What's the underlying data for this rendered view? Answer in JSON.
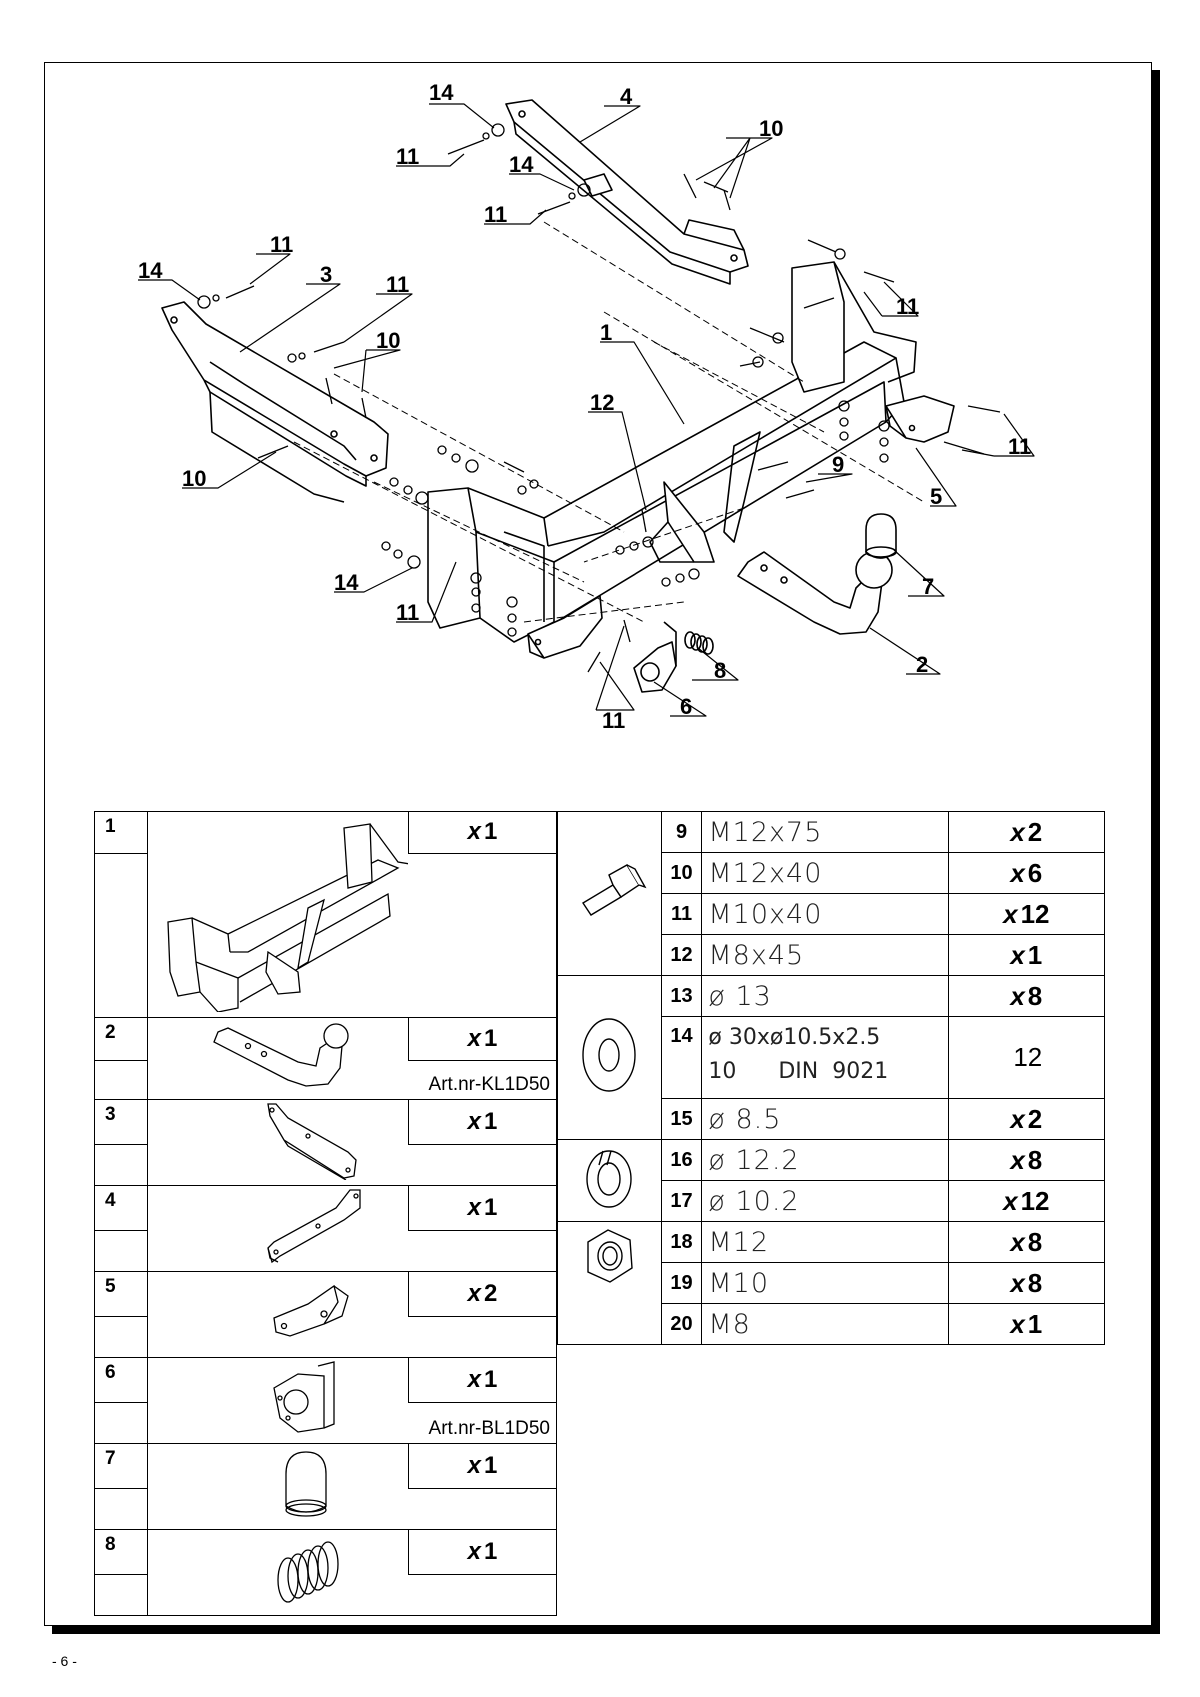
{
  "page_number": "- 6 -",
  "callouts": [
    "14",
    "4",
    "10",
    "11",
    "14",
    "11",
    "11",
    "3",
    "14",
    "11",
    "10",
    "1",
    "10",
    "11",
    "12",
    "9",
    "11",
    "5",
    "7",
    "14",
    "11",
    "8",
    "2",
    "6",
    "11"
  ],
  "left_parts": [
    {
      "num": "1",
      "x": "x",
      "qty": "1",
      "art": "",
      "icon": "crossbar-assembly-icon"
    },
    {
      "num": "2",
      "x": "x",
      "qty": "1",
      "art": "Art.nr-KL1D50",
      "icon": "towball-neck-icon"
    },
    {
      "num": "3",
      "x": "x",
      "qty": "1",
      "art": "",
      "icon": "bracket-left-icon"
    },
    {
      "num": "4",
      "x": "x",
      "qty": "1",
      "art": "",
      "icon": "bracket-right-icon"
    },
    {
      "num": "5",
      "x": "x",
      "qty": "2",
      "art": "",
      "icon": "angle-plate-icon"
    },
    {
      "num": "6",
      "x": "x",
      "qty": "1",
      "art": "Art.nr-BL1D50",
      "icon": "socket-plate-icon"
    },
    {
      "num": "7",
      "x": "x",
      "qty": "1",
      "art": "",
      "icon": "ball-cover-icon"
    },
    {
      "num": "8",
      "x": "x",
      "qty": "1",
      "art": "",
      "icon": "spring-icon"
    }
  ],
  "right_parts": [
    {
      "num": "9",
      "spec": "M12x75",
      "x": "x",
      "qty": "2"
    },
    {
      "num": "10",
      "spec": "M12x40",
      "x": "x",
      "qty": "6"
    },
    {
      "num": "11",
      "spec": "M10x40",
      "x": "x",
      "qty": "12"
    },
    {
      "num": "12",
      "spec": "M8x45",
      "x": "x",
      "qty": "1"
    },
    {
      "num": "13",
      "spec": "ø 13",
      "x": "x",
      "qty": "8"
    },
    {
      "num": "14",
      "spec": "ø 30xø10.5x2.5",
      "spec_line2": "10      DIN  9021",
      "x": "",
      "qty": "12"
    },
    {
      "num": "15",
      "spec": "ø 8.5",
      "x": "x",
      "qty": "2"
    },
    {
      "num": "16",
      "spec": "ø 12.2",
      "x": "x",
      "qty": "8"
    },
    {
      "num": "17",
      "spec": "ø 10.2",
      "x": "x",
      "qty": "12"
    },
    {
      "num": "18",
      "spec": "M12",
      "x": "x",
      "qty": "8"
    },
    {
      "num": "19",
      "spec": "M10",
      "x": "x",
      "qty": "8"
    },
    {
      "num": "20",
      "spec": "M8",
      "x": "x",
      "qty": "1"
    }
  ],
  "group_icons": [
    "bolt-icon",
    "flat-washer-icon",
    "spring-washer-icon",
    "hex-nut-icon"
  ]
}
